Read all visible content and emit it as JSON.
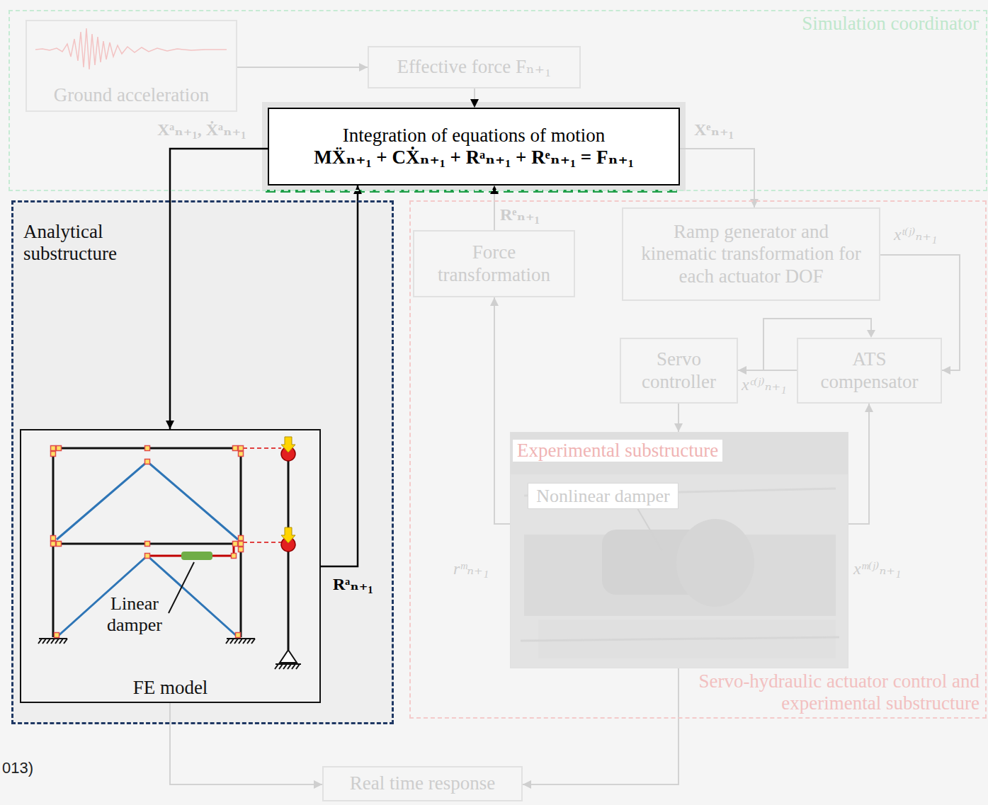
{
  "diagram": {
    "nodes": [
      {
        "text": [
          "Simulation coordinator"
        ]
      },
      {
        "text": [
          "Ground acceleration"
        ],
        "in": 0
      },
      {
        "text": [
          "Effective force Fₙ₊₁"
        ],
        "in": 0
      },
      {
        "text": [
          "Integration of equations of motion",
          "MẌₙ₊₁ + CẊₙ₊₁ + Rᵃₙ₊₁ + Rᵉₙ₊₁ = Fₙ₊₁"
        ],
        "in": 0
      },
      {
        "text": [
          "Analytical substructure"
        ]
      },
      {
        "text": [
          "FE model"
        ],
        "in": 4
      },
      {
        "text": [
          "Servo-hydraulic actuator control and experimental substructure"
        ]
      },
      {
        "text": [
          "Force transformation"
        ],
        "in": 6
      },
      {
        "text": [
          "Ramp generator and kinematic transformation for each actuator DOF"
        ],
        "in": 6
      },
      {
        "text": [
          "Servo controller"
        ],
        "in": 6
      },
      {
        "text": [
          "ATS compensator"
        ],
        "in": 6
      },
      {
        "text": [
          "Experimental substructure"
        ],
        "in": 6
      },
      {
        "text": [
          "Nonlinear damper"
        ],
        "in": 11
      },
      {
        "text": [
          "Real time response"
        ]
      }
    ],
    "edges": [
      {
        "from": 1,
        "to": 2,
        "arrow": "to"
      },
      {
        "from": 2,
        "to": 3,
        "arrow": "to"
      },
      {
        "from": 3,
        "to": 5,
        "arrow": "to"
      },
      {
        "from": 5,
        "to": 3,
        "arrow": "to"
      },
      {
        "from": 3,
        "to": 8,
        "arrow": "to"
      },
      {
        "from": 7,
        "to": 3,
        "arrow": "to"
      },
      {
        "from": 8,
        "to": 10,
        "arrow": "to"
      },
      {
        "from": 10,
        "to": 9,
        "arrow": "to"
      },
      {
        "from": 9,
        "to": 11,
        "arrow": "to"
      },
      {
        "from": 11,
        "to": 10,
        "arrow": "to"
      },
      {
        "from": 11,
        "to": 7,
        "arrow": "to"
      },
      {
        "from": 5,
        "to": 13,
        "arrow": "to"
      },
      {
        "from": 11,
        "to": 13,
        "arrow": "to"
      }
    ],
    "labels": [
      "Xᵃₙ₊₁, Ẋᵃₙ₊₁",
      "Xᵉₙ₊₁",
      "Rᵉₙ₊₁",
      "xᵗ⁽ʲ⁾ₙ₊₁",
      "xᶜ⁽ʲ⁾ₙ₊₁",
      "rᵐₙ₊₁",
      "xᵐ⁽ʲ⁾ₙ₊₁",
      "Rᵃₙ₊₁",
      "Linear damper",
      "013)"
    ]
  }
}
